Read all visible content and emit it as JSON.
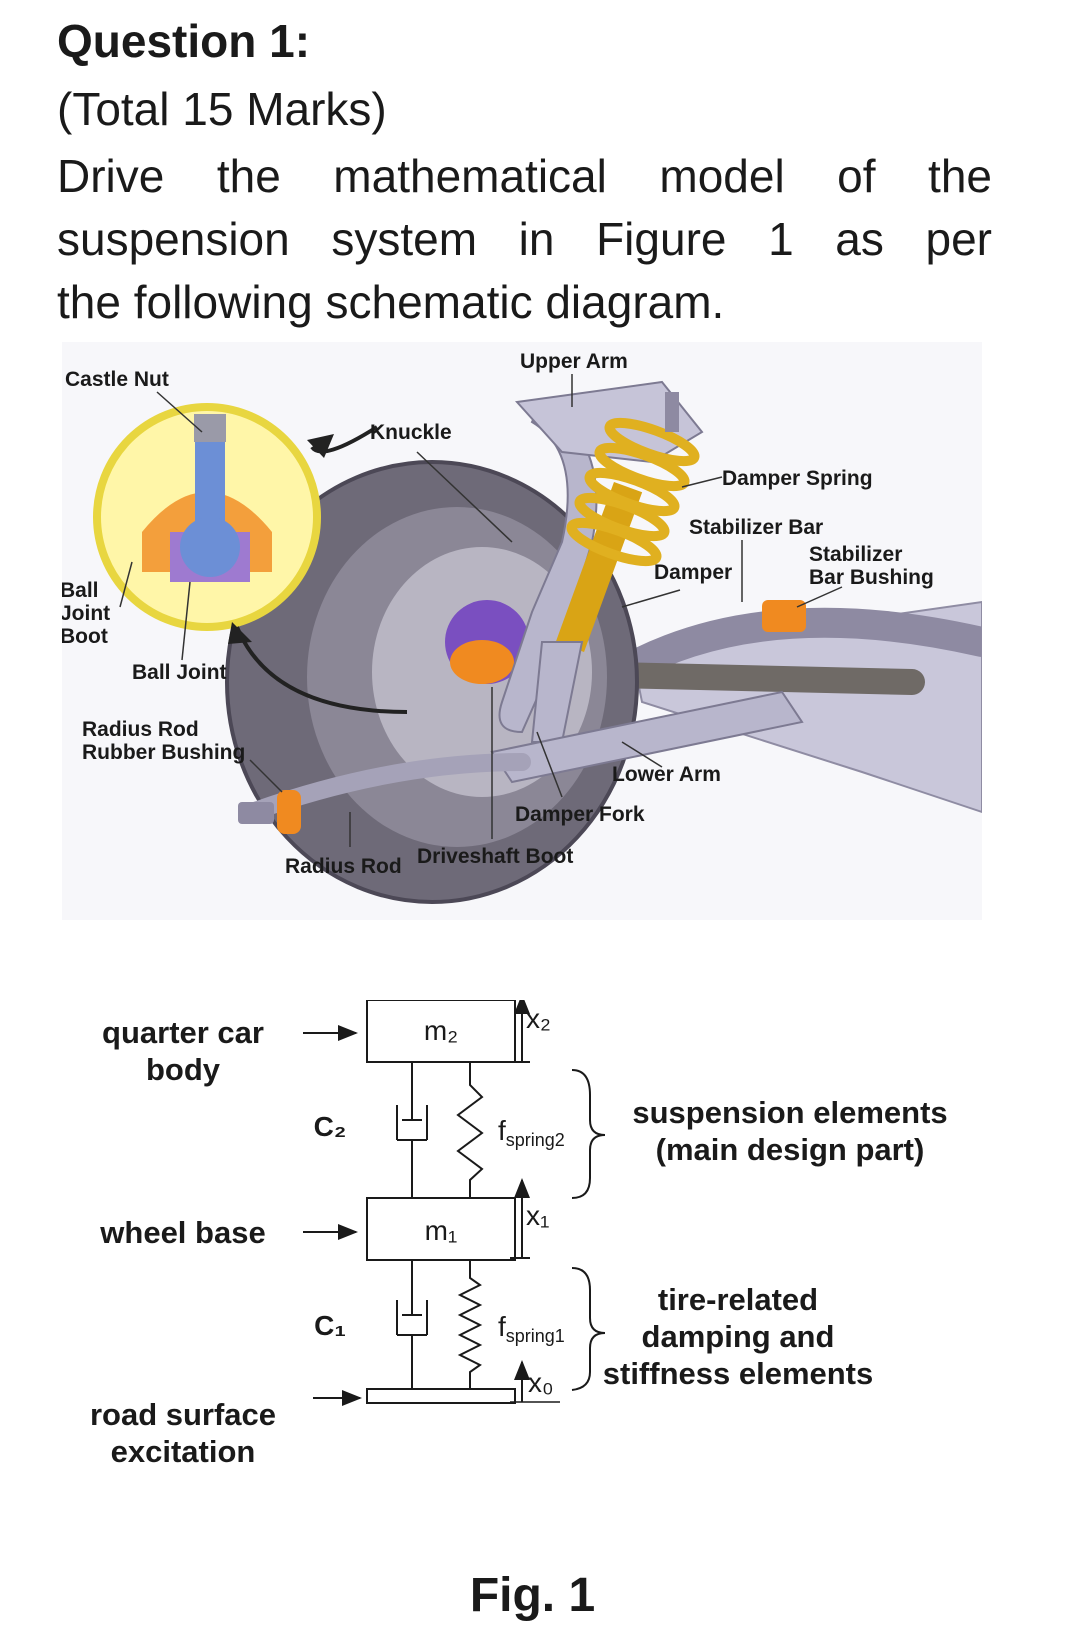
{
  "question": {
    "title": "Question 1:",
    "marks": "(Total 15 Marks)",
    "body_line1": "Drive the mathematical model of the",
    "body_line2": "suspension system in Figure 1 as per",
    "body_line3": "the following schematic diagram."
  },
  "photo_labels": {
    "castle_nut": "Castle Nut",
    "upper_arm": "Upper Arm",
    "knuckle": "Knuckle",
    "damper_spring": "Damper Spring",
    "stabilizer_bar": "Stabilizer Bar",
    "damper": "Damper",
    "stabilizer_bar_bushing_1": "Stabilizer",
    "stabilizer_bar_bushing_2": "Bar Bushing",
    "ball_joint_boot_1": "Ball",
    "ball_joint_boot_2": "Joint",
    "ball_joint_boot_3": "Boot",
    "ball_joint": "Ball Joint",
    "radius_rod_rubber_bushing_1": "Radius Rod",
    "radius_rod_rubber_bushing_2": "Rubber Bushing",
    "lower_arm": "Lower Arm",
    "damper_fork": "Damper Fork",
    "radius_rod": "Radius Rod",
    "driveshaft_boot": "Driveshaft Boot"
  },
  "schematic": {
    "quarter_car_body_1": "quarter car",
    "quarter_car_body_2": "body",
    "wheel_base": "wheel base",
    "road_surface_1": "road surface",
    "road_surface_2": "excitation",
    "m2": "m₂",
    "m1": "m₁",
    "c2": "C₂",
    "c1": "C₁",
    "x2": "x₂",
    "x1": "x₁",
    "x0": "x₀",
    "fspring2_f": "f",
    "fspring2_sub": "spring2",
    "fspring1_f": "f",
    "fspring1_sub": "spring1",
    "suspension_1": "suspension elements",
    "suspension_2": "(main design part)",
    "tire_1": "tire-related",
    "tire_2": "damping and",
    "tire_3": "stiffness elements"
  },
  "figure_caption": "Fig. 1",
  "colors": {
    "tire": "#6e6a78",
    "rim": "#b8b5c2",
    "hub": "#7a4fc0",
    "spring": "#e0b020",
    "bushing": "#f08a20",
    "arm": "#b8b6cc",
    "highlight": "#fff6a8"
  }
}
